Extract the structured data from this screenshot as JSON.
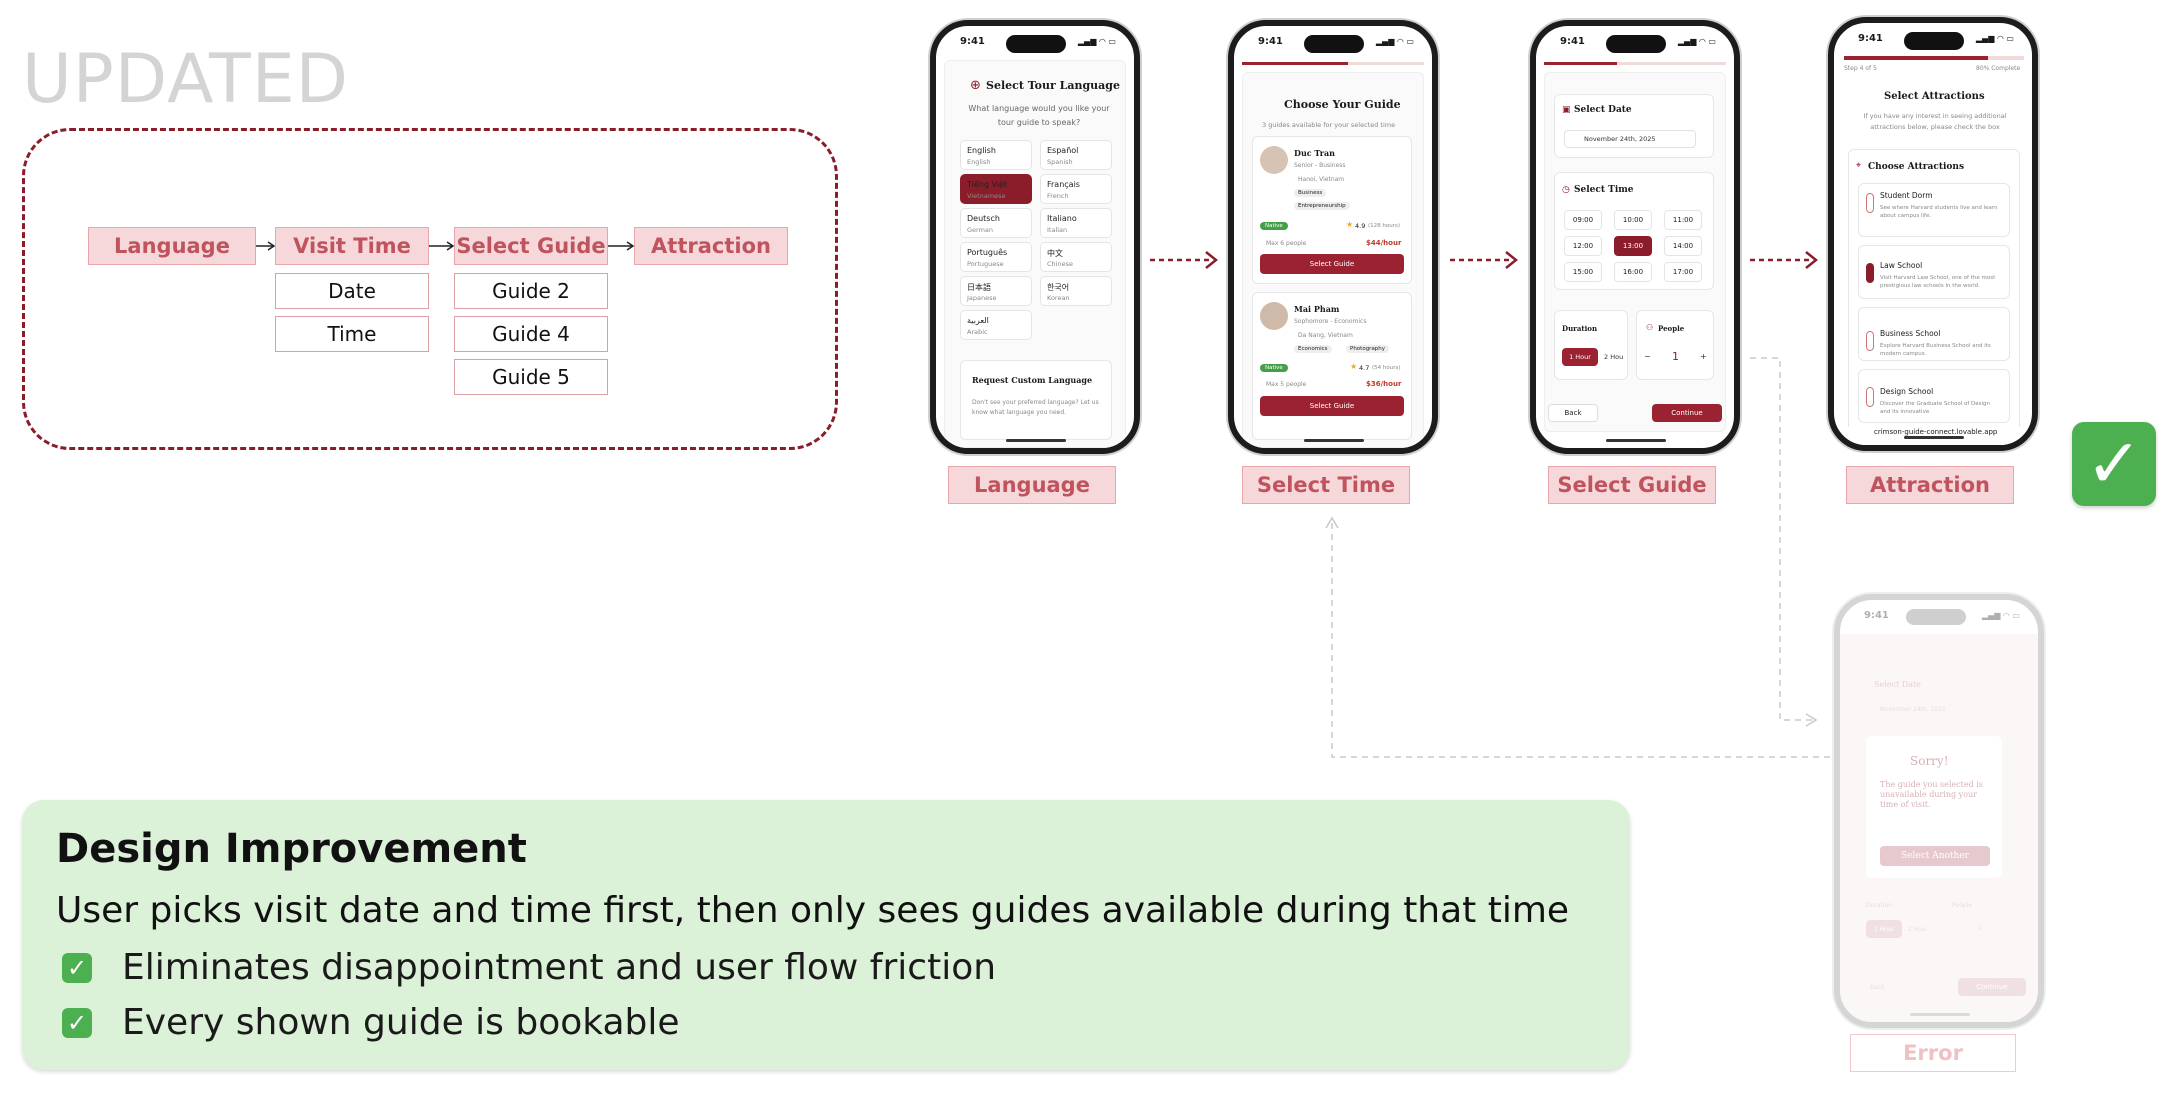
{
  "heading": "UPDATED",
  "flow": {
    "steps": [
      "Language",
      "Visit Time",
      "Select Guide",
      "Attraction"
    ],
    "visit_time_children": [
      "Date",
      "Time"
    ],
    "guide_children": [
      "Guide 2",
      "Guide 4",
      "Guide 5"
    ]
  },
  "screen_labels": {
    "language": "Language",
    "time": "Select Time",
    "guide": "Select Guide",
    "attraction": "Attraction",
    "error": "Error"
  },
  "status_time": "9:41",
  "phone_language": {
    "title": "Select Tour Language",
    "question": "What language would you like your tour guide to speak?",
    "languages": [
      {
        "name": "English",
        "native": "English"
      },
      {
        "name": "Español",
        "native": "Spanish"
      },
      {
        "name": "Tiếng Việt",
        "native": "Vietnamese",
        "selected": true
      },
      {
        "name": "Français",
        "native": "French"
      },
      {
        "name": "Deutsch",
        "native": "German"
      },
      {
        "name": "Italiano",
        "native": "Italian"
      },
      {
        "name": "Português",
        "native": "Portuguese"
      },
      {
        "name": "中文",
        "native": "Chinese"
      },
      {
        "name": "日本語",
        "native": "Japanese"
      },
      {
        "name": "한국어",
        "native": "Korean"
      },
      {
        "name": "العربية",
        "native": "Arabic"
      }
    ],
    "custom_title": "Request Custom Language",
    "custom_text": "Don't see your preferred language? Let us know what language you need."
  },
  "phone_guide": {
    "title": "Choose Your Guide",
    "subtitle": "3 guides available for your selected time",
    "guides": [
      {
        "name": "Duc Tran",
        "role": "Senior - Business",
        "location": "Hanoi, Vietnam",
        "tags": [
          "Business",
          "Entrepreneurship"
        ],
        "badge": "Native",
        "rating": "4.9",
        "hours": "(128 hours)",
        "max": "Max 6 people",
        "price": "$44/hour",
        "button": "Select Guide"
      },
      {
        "name": "Mai Pham",
        "role": "Sophomore - Economics",
        "location": "Da Nang, Vietnam",
        "tags": [
          "Economics",
          "Photography"
        ],
        "badge": "Native",
        "rating": "4.7",
        "hours": "(54 hours)",
        "max": "Max 5 people",
        "price": "$36/hour",
        "button": "Select Guide"
      }
    ]
  },
  "phone_time": {
    "date_title": "Select Date",
    "date_value": "November 24th, 2025",
    "time_title": "Select Time",
    "times": [
      "09:00",
      "10:00",
      "11:00",
      "12:00",
      "13:00",
      "14:00",
      "15:00",
      "16:00",
      "17:00"
    ],
    "selected_time": "13:00",
    "duration_label": "Duration",
    "duration_options": [
      "1 Hour",
      "2 Hou"
    ],
    "people_label": "People",
    "people_minus": "−",
    "people_count": "1",
    "people_plus": "+",
    "back": "Back",
    "continue": "Continue"
  },
  "phone_attraction": {
    "step": "Step 4 of 5",
    "complete": "80% Complete",
    "progress_fraction": 0.8,
    "title": "Select Attractions",
    "subtitle": "If you have any interest in seeing additional attractions below, please check the box",
    "section": "Choose Attractions",
    "items": [
      {
        "name": "Student Dorm",
        "desc": "See where Harvard students live and learn about campus life."
      },
      {
        "name": "Law School",
        "desc": "Visit Harvard Law School, one of the most prestigious law schools in the world.",
        "checked": true
      },
      {
        "name": "Business School",
        "desc": "Explore Harvard Business School and its modern campus."
      },
      {
        "name": "Design School",
        "desc": "Discover the Graduate School of Design and its innovative"
      }
    ],
    "url": "crimson-guide-connect.lovable.app"
  },
  "phone_error": {
    "bg_title": "Select Date",
    "bg_date": "November 24th, 2025",
    "sorry": "Sorry!",
    "message": "The guide you selected is unavailable during your time of visit.",
    "button": "Select Another",
    "duration": "Duration",
    "people": "People",
    "opt1": "1 Hour",
    "opt2": "2 Hou",
    "count": "1",
    "back": "Back",
    "continue": "Continue"
  },
  "improvement": {
    "title": "Design Improvement",
    "summary": "User picks visit date and time first, then only sees guides available during that time",
    "bullets": [
      "Eliminates disappointment and user flow friction",
      "Every shown guide is bookable"
    ]
  },
  "colors": {
    "brand": "#8b1d2a",
    "label_bg": "#f6d7da",
    "label_text": "#c0545e",
    "improvement_bg": "#dcf2d8",
    "check": "#4caf50"
  }
}
